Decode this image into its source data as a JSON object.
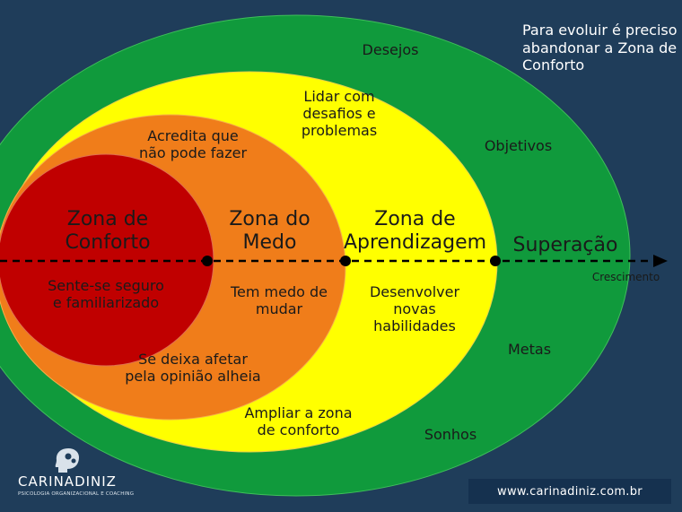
{
  "note": "Para evoluir é preciso abandonar a Zona de Conforto",
  "zones": {
    "conforto": {
      "title_line1": "Zona de",
      "title_line2": "Conforto",
      "desc_line1": "Sente-se seguro",
      "desc_line2": "e familiarizado",
      "color": "#c00000"
    },
    "medo": {
      "title_line1": "Zona do",
      "title_line2": "Medo",
      "desc1_line1": "Acredita que",
      "desc1_line2": "não pode fazer",
      "desc2_line1": "Tem medo de",
      "desc2_line2": "mudar",
      "desc3_line1": "Se deixa afetar",
      "desc3_line2": "pela opinião alheia",
      "color": "#f07d1a"
    },
    "aprendizagem": {
      "title_line1": "Zona de",
      "title_line2": "Aprendizagem",
      "desc1_line1": "Lidar com",
      "desc1_line2": "desafios e",
      "desc1_line3": "problemas",
      "desc2_line1": "Desenvolver",
      "desc2_line2": "novas",
      "desc2_line3": "habilidades",
      "desc3_line1": "Ampliar a zona",
      "desc3_line2": "de conforto",
      "color": "#ffff00"
    },
    "superacao": {
      "title": "Superação",
      "desc1": "Desejos",
      "desc2": "Objetivos",
      "desc3": "Metas",
      "desc4": "Sonhos",
      "color": "#109a3c"
    }
  },
  "arrow_label": "Crescimento",
  "logo": {
    "name": "CARINADINIZ",
    "subtitle": "PSICOLOGIA ORGANIZACIONAL E COACHING"
  },
  "url": "www.carinadiniz.com.br",
  "colors": {
    "background": "#1f3d5a",
    "ellipse_stroke": "#e0c060"
  }
}
